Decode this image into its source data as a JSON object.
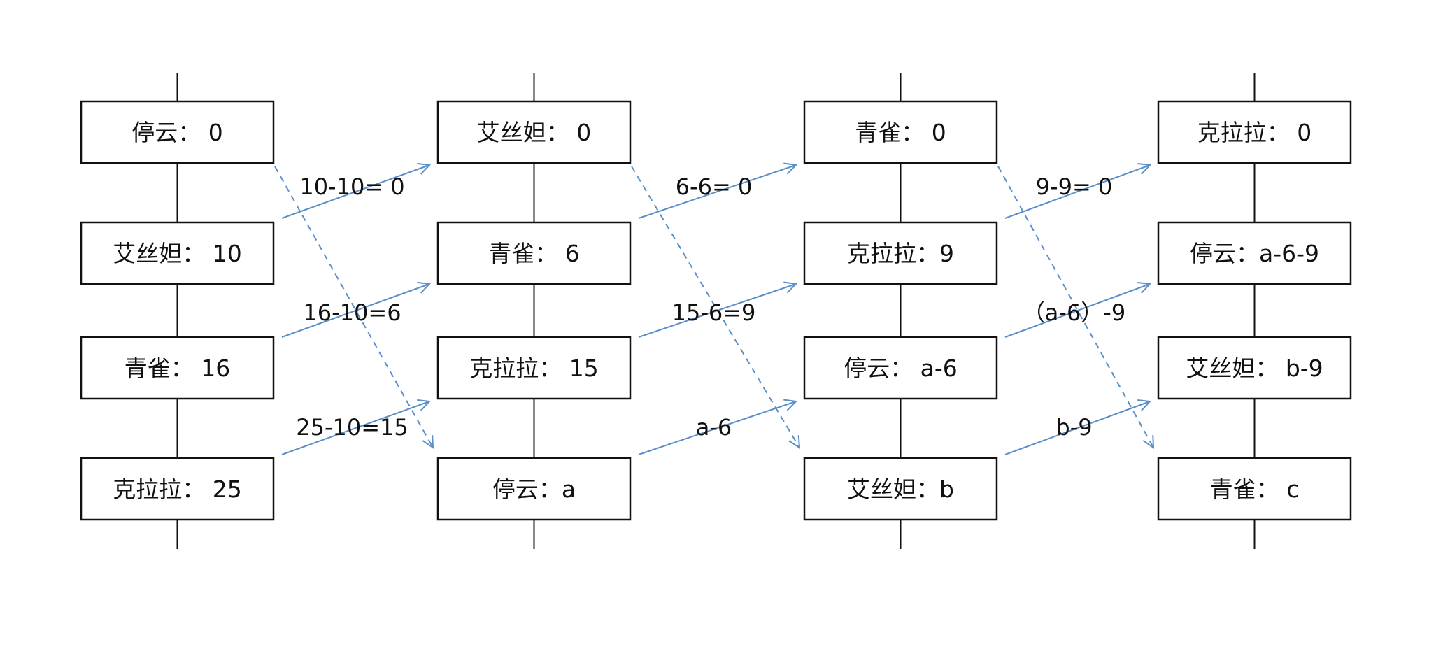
{
  "colors": {
    "arrow": "#5b8fc9",
    "box_border": "#111111",
    "text": "#111111"
  },
  "columns": [
    {
      "id": "col1",
      "entries": [
        "停云： 0",
        "艾丝妲： 10",
        "青雀： 16",
        "克拉拉： 25"
      ]
    },
    {
      "id": "col2",
      "entries": [
        "艾丝妲： 0",
        "青雀： 6",
        "克拉拉： 15",
        "停云：a"
      ]
    },
    {
      "id": "col3",
      "entries": [
        "青雀： 0",
        "克拉拉：9",
        "停云： a-6",
        "艾丝妲：b"
      ]
    },
    {
      "id": "col4",
      "entries": [
        "克拉拉： 0",
        "停云：a-6-9",
        "艾丝妲： b-9",
        "青雀： c"
      ]
    }
  ],
  "transitions": [
    {
      "from": "col1",
      "to": "col2",
      "labels": [
        "10-10= 0",
        "16-10=6",
        "25-10=15"
      ]
    },
    {
      "from": "col2",
      "to": "col3",
      "labels": [
        "6-6= 0",
        "15-6=9",
        "a-6"
      ]
    },
    {
      "from": "col3",
      "to": "col4",
      "labels": [
        "9-9= 0",
        "（a-6）-9",
        "b-9"
      ]
    }
  ]
}
